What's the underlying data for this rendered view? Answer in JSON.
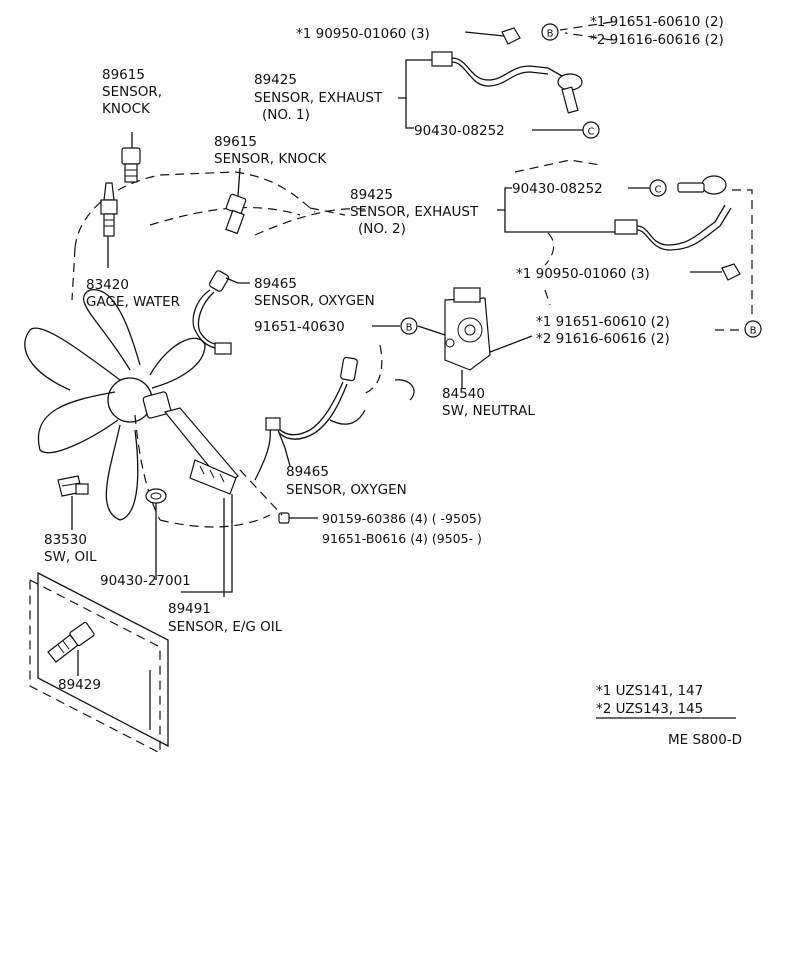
{
  "diagram": {
    "code": "ME S800-D",
    "notes": [
      "*1 UZS141, 147",
      "*2 UZS143, 145"
    ],
    "callouts": [
      {
        "id": "top_clip_ref",
        "lines": [
          "*1  90950-01060 (3)"
        ]
      },
      {
        "id": "top_b_ref1",
        "lines": [
          "*1  91651-60610 (2)"
        ]
      },
      {
        "id": "top_b_ref2",
        "lines": [
          "*2  91616-60616 (2)"
        ]
      },
      {
        "id": "knock_left",
        "lines": [
          "89615",
          "SENSOR,",
          "KNOCK"
        ]
      },
      {
        "id": "exhaust1",
        "lines": [
          "89425",
          "SENSOR, EXHAUST",
          "(NO. 1)"
        ]
      },
      {
        "id": "gasket1",
        "lines": [
          "90430-08252"
        ]
      },
      {
        "id": "knock_mid",
        "lines": [
          "89615",
          "SENSOR, KNOCK"
        ]
      },
      {
        "id": "exhaust2",
        "lines": [
          "89425",
          "SENSOR, EXHAUST",
          "(NO. 2)"
        ]
      },
      {
        "id": "gasket2",
        "lines": [
          "90430-08252"
        ]
      },
      {
        "id": "water_gage",
        "lines": [
          "83420",
          "GAGE, WATER"
        ]
      },
      {
        "id": "oxygen_upper",
        "lines": [
          "89465",
          "SENSOR, OXYGEN"
        ]
      },
      {
        "id": "bolt_b",
        "lines": [
          "91651-40630"
        ]
      },
      {
        "id": "clip2",
        "lines": [
          "*1  90950-01060 (3)"
        ]
      },
      {
        "id": "b_ref1",
        "lines": [
          "*1  91651-60610 (2)"
        ]
      },
      {
        "id": "b_ref2",
        "lines": [
          "*2  91616-60616 (2)"
        ]
      },
      {
        "id": "neutral_sw",
        "lines": [
          "84540",
          "SW, NEUTRAL"
        ]
      },
      {
        "id": "oxygen_lower",
        "lines": [
          "89465",
          "SENSOR, OXYGEN"
        ]
      },
      {
        "id": "screw1",
        "lines": [
          "90159-60386 (4) (       -9505)"
        ]
      },
      {
        "id": "screw2",
        "lines": [
          "91651-B0616 (4) (9505-        )"
        ]
      },
      {
        "id": "oil_sw",
        "lines": [
          "83530",
          "SW, OIL"
        ]
      },
      {
        "id": "oil_gasket",
        "lines": [
          "90430-27001"
        ]
      },
      {
        "id": "oil_sensor",
        "lines": [
          "89491",
          "SENSOR, E/G  OIL"
        ]
      },
      {
        "id": "inset_part",
        "lines": [
          "89429"
        ]
      }
    ],
    "markers": [
      "B",
      "B",
      "B",
      "C",
      "C"
    ]
  }
}
